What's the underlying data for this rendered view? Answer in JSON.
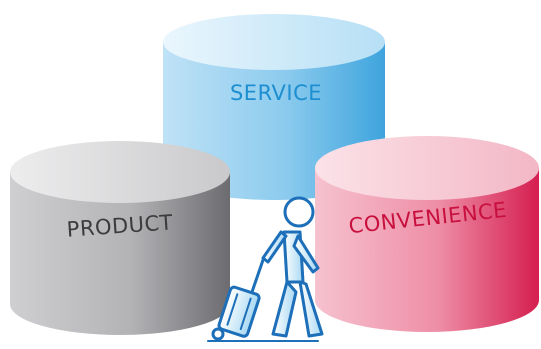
{
  "diagram": {
    "cylinders": [
      {
        "id": "service",
        "label": "SERVICE",
        "label_color": "#1d8fd0"
      },
      {
        "id": "product",
        "label": "PRODUCT",
        "label_color": "#3b3b3b"
      },
      {
        "id": "convenience",
        "label": "CONVENIENCE",
        "label_color": "#c8103e"
      }
    ],
    "figure": "traveler-with-suitcase-icon",
    "colors": {
      "service": "#9fd3f2",
      "product": "#b0b0b2",
      "convenience": "#ef8aa3",
      "figure_outline": "#1c6fb8",
      "figure_fill": "#bfe3f7"
    }
  }
}
